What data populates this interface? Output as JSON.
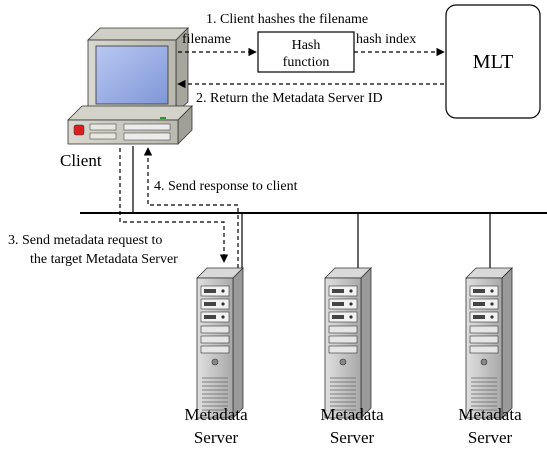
{
  "steps": {
    "step1": "1. Client hashes the filename",
    "step2": "2. Return the Metadata Server ID",
    "step3_line1": "3. Send metadata request to",
    "step3_line2": "the target Metadata Server",
    "step4": "4. Send response to client"
  },
  "labels": {
    "filename": "filename",
    "hash_index": "hash index",
    "hash_function_line1": "Hash",
    "hash_function_line2": "function",
    "mlt": "MLT",
    "client": "Client"
  },
  "servers": [
    {
      "line1": "Metadata",
      "line2": "Server"
    },
    {
      "line1": "Metadata",
      "line2": "Server"
    },
    {
      "line1": "Metadata",
      "line2": "Server"
    }
  ]
}
